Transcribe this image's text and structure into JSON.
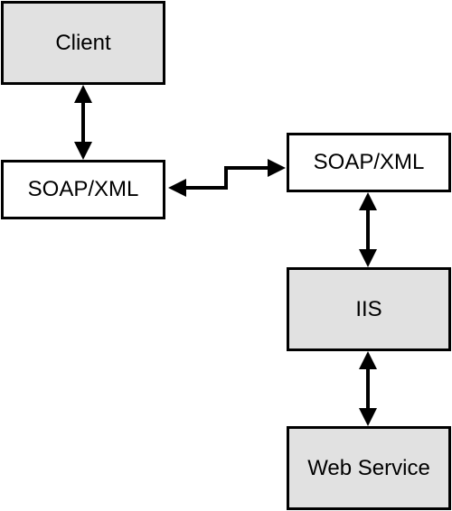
{
  "diagram": {
    "nodes": {
      "client": "Client",
      "soap_left": "SOAP/XML",
      "soap_right": "SOAP/XML",
      "iis": "IIS",
      "web_service": "Web Service"
    },
    "colors": {
      "box_fill": "#e1e1e1",
      "box_border": "#000000",
      "box_plain": "#ffffff",
      "arrow": "#000000"
    }
  }
}
